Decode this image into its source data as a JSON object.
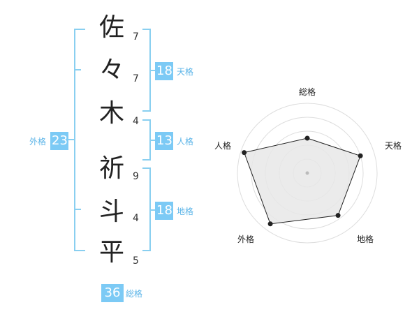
{
  "name": {
    "characters": [
      "佐",
      "々",
      "木",
      "祈",
      "斗",
      "平"
    ],
    "strokes": [
      "7",
      "7",
      "4",
      "9",
      "4",
      "5"
    ]
  },
  "scores": {
    "tenkaku": {
      "value": "18",
      "label": "天格"
    },
    "jinkaku": {
      "value": "13",
      "label": "人格"
    },
    "chikaku": {
      "value": "18",
      "label": "地格"
    },
    "gaikaku": {
      "value": "23",
      "label": "外格"
    },
    "soukaku": {
      "value": "36",
      "label": "総格"
    }
  },
  "radar": {
    "axes": [
      "総格",
      "天格",
      "地格",
      "外格",
      "人格"
    ],
    "values": [
      0.5,
      0.8,
      0.75,
      0.9,
      0.95
    ],
    "line_color": "#222222",
    "fill_color": "#e8e8e8",
    "grid_color": "#dddddd"
  },
  "colors": {
    "bracket": "#89cff0",
    "badge": "#7ccaf5",
    "label": "#5db5e8"
  }
}
